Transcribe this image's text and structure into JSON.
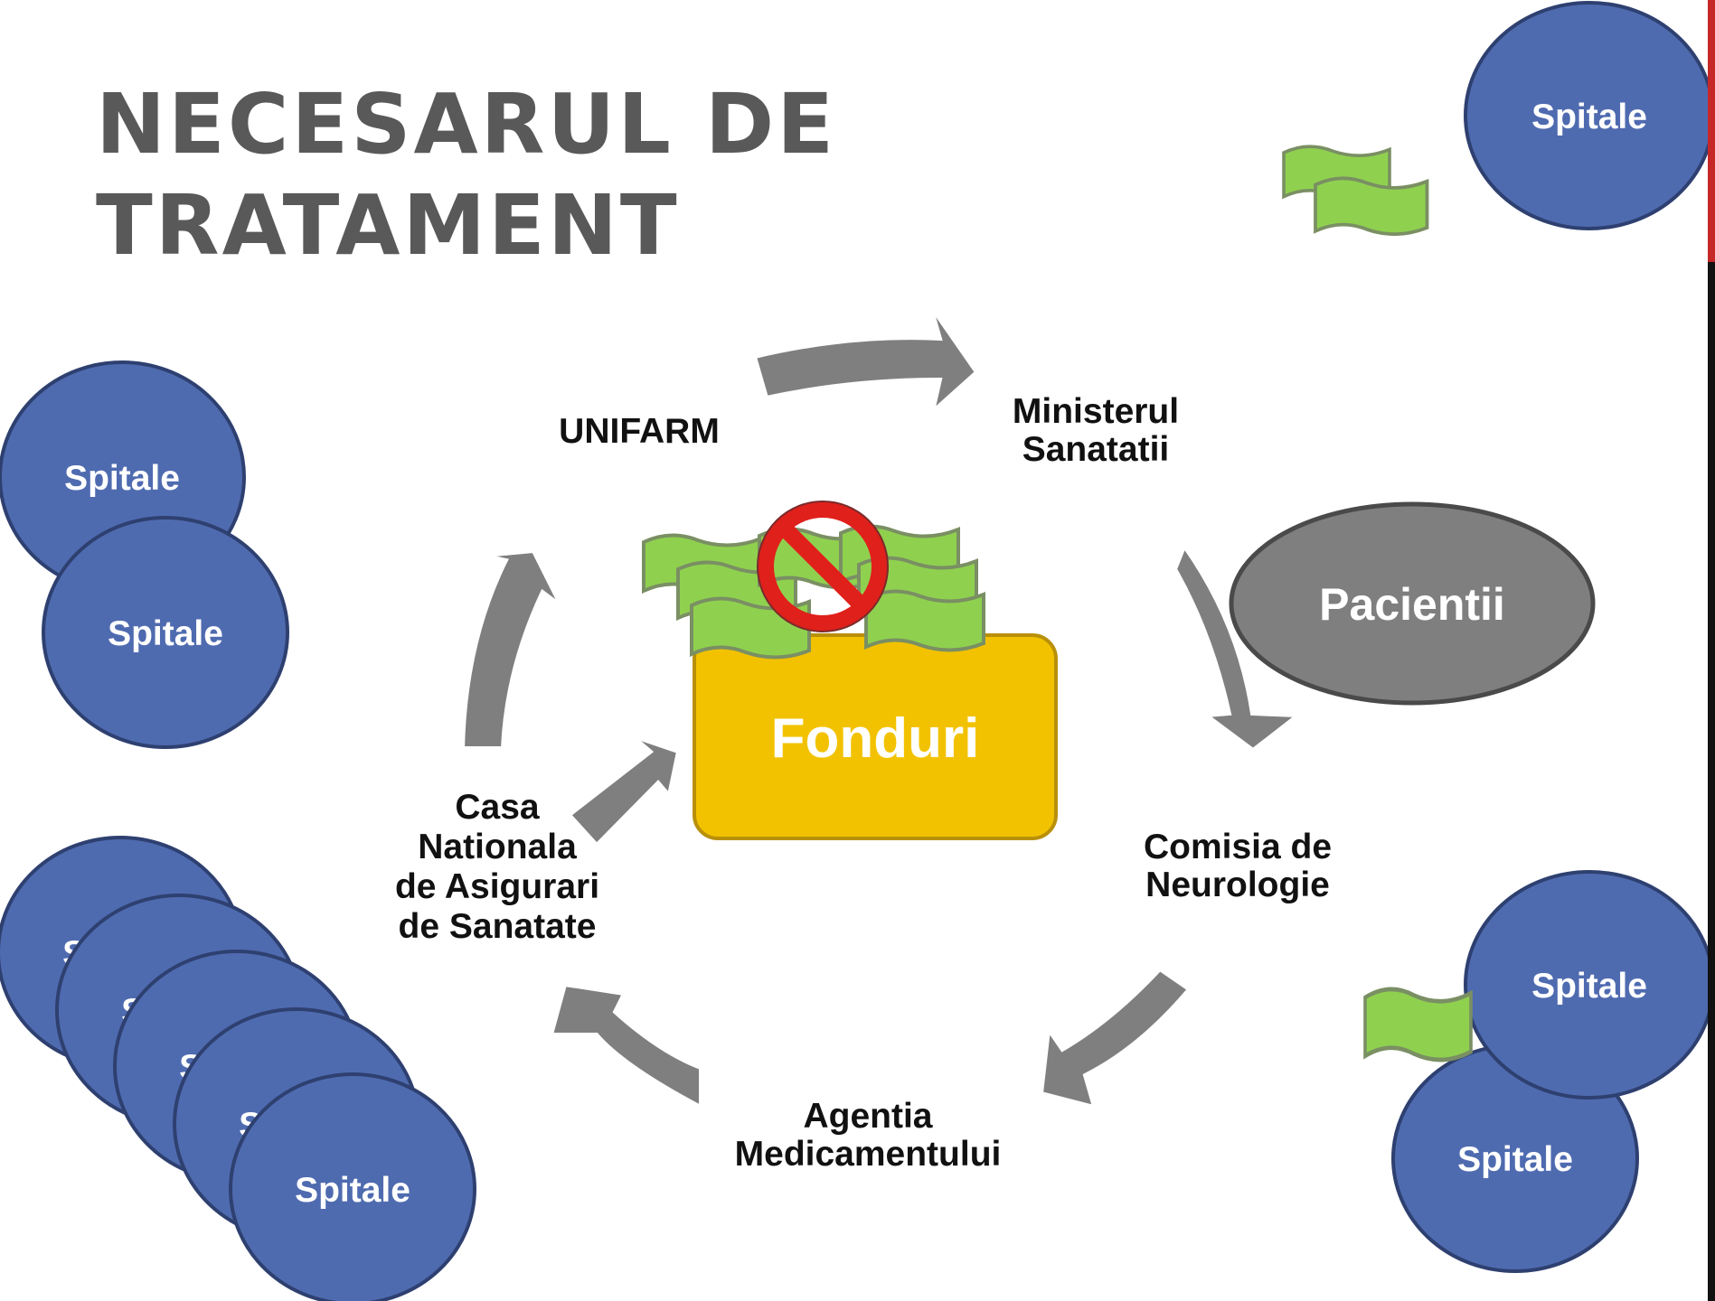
{
  "title": {
    "line1": "NECESARUL DE",
    "line2": "TRATAMENT"
  },
  "center": {
    "label": "Fonduri",
    "color": "#f2c200",
    "banned_symbol": "no-entry-icon"
  },
  "patients": {
    "label": "Pacientii",
    "color": "#7f7f7f"
  },
  "cycle_nodes": {
    "unifarm": "UNIFARM",
    "ministry": [
      "Ministerul",
      "Sanatatii"
    ],
    "commission": [
      "Comisia de",
      "Neurologie"
    ],
    "agency": [
      "Agentia",
      "Medicamentului"
    ],
    "insurance": [
      "Casa",
      "Nationala",
      "de Asigurari",
      "de Sanatate"
    ]
  },
  "hospital_label": "Spitale",
  "colors": {
    "hospital": "#4f6bb0",
    "money": "#8fd14f",
    "arrow": "#7f7f7f",
    "forbidden": "#e0201b"
  }
}
